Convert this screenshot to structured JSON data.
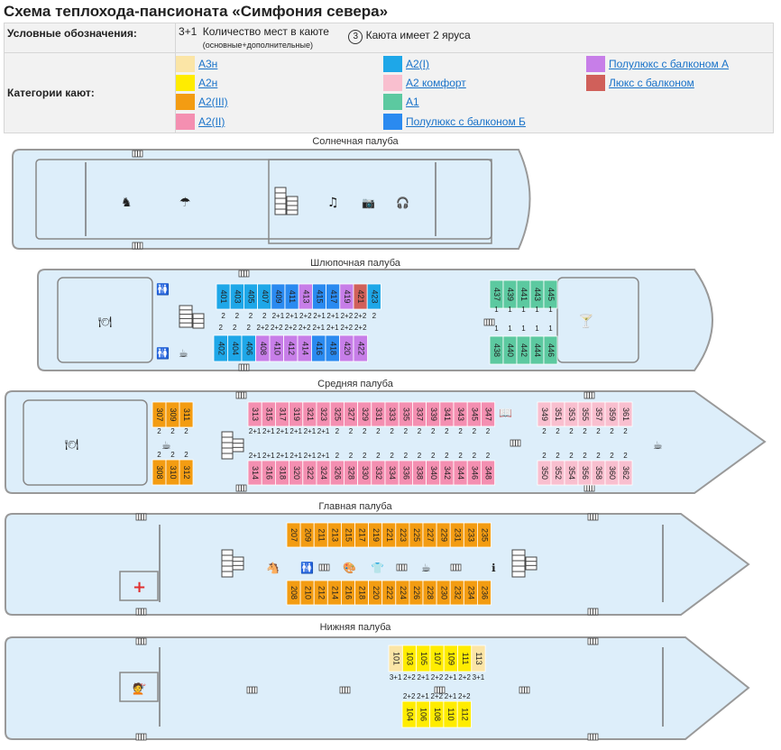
{
  "title": "Схема теплохода-пансионата «Симфония севера»",
  "legend": {
    "label_symbols": "Условные обозначения:",
    "capacity_sample": "3+1",
    "capacity_text": "Количество мест в каюте",
    "capacity_note": "(основные+дополнительные)",
    "tier_sample": "3",
    "tier_text": "Каюта имеет 2 яруса",
    "label_categories": "Категории кают:",
    "categories": [
      {
        "name": "А3н",
        "color": "#fbe5a6"
      },
      {
        "name": "А2н",
        "color": "#ffec00"
      },
      {
        "name": "А2(III)",
        "color": "#f39c12"
      },
      {
        "name": "А2(II)",
        "color": "#f48fb1"
      },
      {
        "name": "А2(I)",
        "color": "#1ea7e8"
      },
      {
        "name": "А2 комфорт",
        "color": "#f9bfcf"
      },
      {
        "name": "А1",
        "color": "#5cc9a0"
      },
      {
        "name": "Полулюкс с балконом Б",
        "color": "#2a8af0"
      },
      {
        "name": "Полулюкс с балконом А",
        "color": "#c77ee8"
      },
      {
        "name": "Люкс с балконом",
        "color": "#d0605a"
      }
    ]
  },
  "decks": {
    "sun": "Солнечная палуба",
    "boat": "Шлюпочная палуба",
    "middle": "Средняя палуба",
    "main": "Главная палуба",
    "lower": "Нижняя палуба"
  },
  "icons": {
    "chess": "♞",
    "umbrella": "☂",
    "music": "♫",
    "camera": "📷",
    "headphones": "🎧",
    "restaurant": "🍽",
    "wc": "🚻",
    "bar": "🍸",
    "coffee": "☕",
    "library": "📖",
    "horse": "🐴",
    "palette": "🎨",
    "iron": "👕",
    "info": "ℹ",
    "medical": "+",
    "mirror": "💇"
  },
  "cabins": {
    "boat_top": [
      {
        "n": "401",
        "c": "#1ea7e8",
        "cap": "2"
      },
      {
        "n": "403",
        "c": "#1ea7e8",
        "cap": "2"
      },
      {
        "n": "405",
        "c": "#1ea7e8",
        "cap": "2"
      },
      {
        "n": "407",
        "c": "#1ea7e8",
        "cap": "2"
      },
      {
        "n": "409",
        "c": "#2a8af0",
        "cap": "2+1"
      },
      {
        "n": "411",
        "c": "#2a8af0",
        "cap": "2+1"
      },
      {
        "n": "413",
        "c": "#c77ee8",
        "cap": "2+2"
      },
      {
        "n": "415",
        "c": "#2a8af0",
        "cap": "2+1"
      },
      {
        "n": "417",
        "c": "#2a8af0",
        "cap": "2+1"
      },
      {
        "n": "419",
        "c": "#c77ee8",
        "cap": "2+2"
      },
      {
        "n": "421",
        "c": "#d0605a",
        "cap": "2+2"
      },
      {
        "n": "423",
        "c": "#1ea7e8",
        "cap": "2"
      }
    ],
    "boat_bottom": [
      {
        "n": "402",
        "c": "#1ea7e8",
        "cap": "2"
      },
      {
        "n": "404",
        "c": "#1ea7e8",
        "cap": "2"
      },
      {
        "n": "406",
        "c": "#1ea7e8",
        "cap": "2"
      },
      {
        "n": "408",
        "c": "#c77ee8",
        "cap": "2+2"
      },
      {
        "n": "410",
        "c": "#c77ee8",
        "cap": "2+2"
      },
      {
        "n": "412",
        "c": "#c77ee8",
        "cap": "2+2"
      },
      {
        "n": "414",
        "c": "#c77ee8",
        "cap": "2+2"
      },
      {
        "n": "416",
        "c": "#2a8af0",
        "cap": "2+1"
      },
      {
        "n": "418",
        "c": "#2a8af0",
        "cap": "2+1"
      },
      {
        "n": "420",
        "c": "#c77ee8",
        "cap": "2+2"
      },
      {
        "n": "422",
        "c": "#c77ee8",
        "cap": "2+2"
      }
    ],
    "boat_bow_top": [
      {
        "n": "437",
        "c": "#5cc9a0",
        "cap": "1"
      },
      {
        "n": "439",
        "c": "#5cc9a0",
        "cap": "1"
      },
      {
        "n": "441",
        "c": "#5cc9a0",
        "cap": "1"
      },
      {
        "n": "443",
        "c": "#5cc9a0",
        "cap": "1"
      },
      {
        "n": "445",
        "c": "#5cc9a0",
        "cap": "1"
      }
    ],
    "boat_bow_bottom": [
      {
        "n": "438",
        "c": "#5cc9a0",
        "cap": "1"
      },
      {
        "n": "440",
        "c": "#5cc9a0",
        "cap": "1"
      },
      {
        "n": "442",
        "c": "#5cc9a0",
        "cap": "1"
      },
      {
        "n": "444",
        "c": "#5cc9a0",
        "cap": "1"
      },
      {
        "n": "446",
        "c": "#5cc9a0",
        "cap": "1"
      }
    ],
    "mid_aft_top": [
      {
        "n": "307",
        "c": "#f39c12",
        "cap": "2"
      },
      {
        "n": "309",
        "c": "#f39c12",
        "cap": "2"
      },
      {
        "n": "311",
        "c": "#f39c12",
        "cap": "2"
      }
    ],
    "mid_aft_bottom": [
      {
        "n": "308",
        "c": "#f39c12",
        "cap": "2"
      },
      {
        "n": "310",
        "c": "#f39c12",
        "cap": "2"
      },
      {
        "n": "312",
        "c": "#f39c12",
        "cap": "2"
      }
    ],
    "mid_top": [
      {
        "n": "313",
        "c": "#f48fb1",
        "cap": "2+1"
      },
      {
        "n": "315",
        "c": "#f48fb1",
        "cap": "2+1"
      },
      {
        "n": "317",
        "c": "#f48fb1",
        "cap": "2+1"
      },
      {
        "n": "319",
        "c": "#f48fb1",
        "cap": "2+1"
      },
      {
        "n": "321",
        "c": "#f48fb1",
        "cap": "2+1"
      },
      {
        "n": "323",
        "c": "#f48fb1",
        "cap": "2+1"
      },
      {
        "n": "325",
        "c": "#f48fb1",
        "cap": "2"
      },
      {
        "n": "327",
        "c": "#f48fb1",
        "cap": "2"
      },
      {
        "n": "329",
        "c": "#f48fb1",
        "cap": "2"
      },
      {
        "n": "331",
        "c": "#f48fb1",
        "cap": "2"
      },
      {
        "n": "333",
        "c": "#f48fb1",
        "cap": "2"
      },
      {
        "n": "335",
        "c": "#f48fb1",
        "cap": "2"
      },
      {
        "n": "337",
        "c": "#f48fb1",
        "cap": "2"
      },
      {
        "n": "339",
        "c": "#f48fb1",
        "cap": "2"
      },
      {
        "n": "341",
        "c": "#f48fb1",
        "cap": "2"
      },
      {
        "n": "343",
        "c": "#f48fb1",
        "cap": "2"
      },
      {
        "n": "345",
        "c": "#f48fb1",
        "cap": "2"
      },
      {
        "n": "347",
        "c": "#f48fb1",
        "cap": "2"
      }
    ],
    "mid_bottom": [
      {
        "n": "314",
        "c": "#f48fb1",
        "cap": "2+1"
      },
      {
        "n": "316",
        "c": "#f48fb1",
        "cap": "2+1"
      },
      {
        "n": "318",
        "c": "#f48fb1",
        "cap": "2+1"
      },
      {
        "n": "320",
        "c": "#f48fb1",
        "cap": "2+1"
      },
      {
        "n": "322",
        "c": "#f48fb1",
        "cap": "2+1"
      },
      {
        "n": "324",
        "c": "#f48fb1",
        "cap": "2+1"
      },
      {
        "n": "326",
        "c": "#f48fb1",
        "cap": "2"
      },
      {
        "n": "328",
        "c": "#f48fb1",
        "cap": "2"
      },
      {
        "n": "330",
        "c": "#f48fb1",
        "cap": "2"
      },
      {
        "n": "332",
        "c": "#f48fb1",
        "cap": "2"
      },
      {
        "n": "334",
        "c": "#f48fb1",
        "cap": "2"
      },
      {
        "n": "336",
        "c": "#f48fb1",
        "cap": "2"
      },
      {
        "n": "338",
        "c": "#f48fb1",
        "cap": "2"
      },
      {
        "n": "340",
        "c": "#f48fb1",
        "cap": "2"
      },
      {
        "n": "342",
        "c": "#f48fb1",
        "cap": "2"
      },
      {
        "n": "344",
        "c": "#f48fb1",
        "cap": "2"
      },
      {
        "n": "346",
        "c": "#f48fb1",
        "cap": "2"
      },
      {
        "n": "348",
        "c": "#f48fb1",
        "cap": "2"
      }
    ],
    "mid_fwd_top": [
      {
        "n": "349",
        "c": "#f9bfcf",
        "cap": "2"
      },
      {
        "n": "351",
        "c": "#f9bfcf",
        "cap": "2"
      },
      {
        "n": "353",
        "c": "#f9bfcf",
        "cap": "2"
      },
      {
        "n": "355",
        "c": "#f9bfcf",
        "cap": "2"
      },
      {
        "n": "357",
        "c": "#f9bfcf",
        "cap": "2"
      },
      {
        "n": "359",
        "c": "#f9bfcf",
        "cap": "2"
      },
      {
        "n": "361",
        "c": "#f9bfcf",
        "cap": "2"
      }
    ],
    "mid_fwd_bottom": [
      {
        "n": "350",
        "c": "#f9bfcf",
        "cap": "2"
      },
      {
        "n": "352",
        "c": "#f9bfcf",
        "cap": "2"
      },
      {
        "n": "354",
        "c": "#f9bfcf",
        "cap": "2"
      },
      {
        "n": "356",
        "c": "#f9bfcf",
        "cap": "2"
      },
      {
        "n": "358",
        "c": "#f9bfcf",
        "cap": "2"
      },
      {
        "n": "360",
        "c": "#f9bfcf",
        "cap": "2"
      },
      {
        "n": "362",
        "c": "#f9bfcf",
        "cap": "2"
      }
    ],
    "main_top": [
      {
        "n": "207",
        "c": "#f39c12"
      },
      {
        "n": "209",
        "c": "#f39c12"
      },
      {
        "n": "211",
        "c": "#f39c12"
      },
      {
        "n": "213",
        "c": "#f39c12"
      },
      {
        "n": "215",
        "c": "#f39c12"
      },
      {
        "n": "217",
        "c": "#f39c12"
      },
      {
        "n": "219",
        "c": "#f39c12"
      },
      {
        "n": "221",
        "c": "#f39c12"
      },
      {
        "n": "223",
        "c": "#f39c12"
      },
      {
        "n": "225",
        "c": "#f39c12"
      },
      {
        "n": "227",
        "c": "#f39c12"
      },
      {
        "n": "229",
        "c": "#f39c12"
      },
      {
        "n": "231",
        "c": "#f39c12"
      },
      {
        "n": "233",
        "c": "#f39c12"
      },
      {
        "n": "235",
        "c": "#f39c12"
      }
    ],
    "main_bottom": [
      {
        "n": "208",
        "c": "#f39c12"
      },
      {
        "n": "210",
        "c": "#f39c12"
      },
      {
        "n": "212",
        "c": "#f39c12"
      },
      {
        "n": "214",
        "c": "#f39c12"
      },
      {
        "n": "216",
        "c": "#f39c12"
      },
      {
        "n": "218",
        "c": "#f39c12"
      },
      {
        "n": "220",
        "c": "#f39c12"
      },
      {
        "n": "222",
        "c": "#f39c12"
      },
      {
        "n": "224",
        "c": "#f39c12"
      },
      {
        "n": "226",
        "c": "#f39c12"
      },
      {
        "n": "228",
        "c": "#f39c12"
      },
      {
        "n": "230",
        "c": "#f39c12"
      },
      {
        "n": "232",
        "c": "#f39c12"
      },
      {
        "n": "234",
        "c": "#f39c12"
      },
      {
        "n": "236",
        "c": "#f39c12"
      }
    ],
    "lower_top": [
      {
        "n": "101",
        "c": "#fbe5a6",
        "cap": "3+1"
      },
      {
        "n": "103",
        "c": "#ffec00",
        "cap": "2+2"
      },
      {
        "n": "105",
        "c": "#ffec00",
        "cap": "2+1"
      },
      {
        "n": "107",
        "c": "#ffec00",
        "cap": "2+2"
      },
      {
        "n": "109",
        "c": "#ffec00",
        "cap": "2+1"
      },
      {
        "n": "111",
        "c": "#ffec00",
        "cap": "2+2"
      },
      {
        "n": "113",
        "c": "#fbe5a6",
        "cap": "3+1"
      }
    ],
    "lower_bottom": [
      {
        "n": "104",
        "c": "#ffec00",
        "cap": "2+2"
      },
      {
        "n": "106",
        "c": "#ffec00",
        "cap": "2+1"
      },
      {
        "n": "108",
        "c": "#ffec00",
        "cap": "2+2"
      },
      {
        "n": "110",
        "c": "#ffec00",
        "cap": "2+1"
      },
      {
        "n": "112",
        "c": "#ffec00",
        "cap": "2+2"
      }
    ]
  }
}
